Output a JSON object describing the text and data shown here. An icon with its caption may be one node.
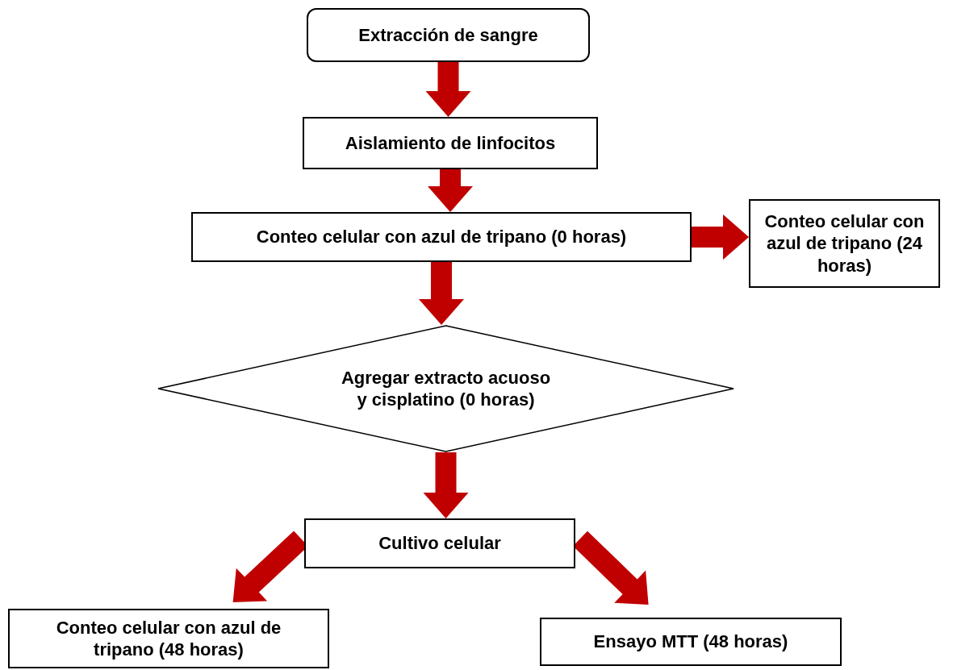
{
  "diagram": {
    "nodes": [
      {
        "text": [
          "Extracción de sangre"
        ]
      },
      {
        "text": [
          "Aislamiento de linfocitos"
        ]
      },
      {
        "text": [
          "Conteo celular con azul de tripano (0 horas)"
        ]
      },
      {
        "text": [
          "Conteo celular con azul de tripano (24 horas)"
        ]
      },
      {
        "text": [
          "Agregar extracto acuoso y cisplatino (0 horas)"
        ]
      },
      {
        "text": [
          "Cultivo celular"
        ]
      },
      {
        "text": [
          "Conteo celular con azul de tripano (48 horas)"
        ]
      },
      {
        "text": [
          "Ensayo MTT (48 horas)"
        ]
      }
    ],
    "edges": [
      {
        "from": 0,
        "to": 1,
        "arrow": "to"
      },
      {
        "from": 1,
        "to": 2,
        "arrow": "to"
      },
      {
        "from": 2,
        "to": 3,
        "arrow": "to"
      },
      {
        "from": 2,
        "to": 4,
        "arrow": "to"
      },
      {
        "from": 4,
        "to": 5,
        "arrow": "to"
      },
      {
        "from": 5,
        "to": 6,
        "arrow": "to"
      },
      {
        "from": 5,
        "to": 7,
        "arrow": "to"
      }
    ]
  }
}
